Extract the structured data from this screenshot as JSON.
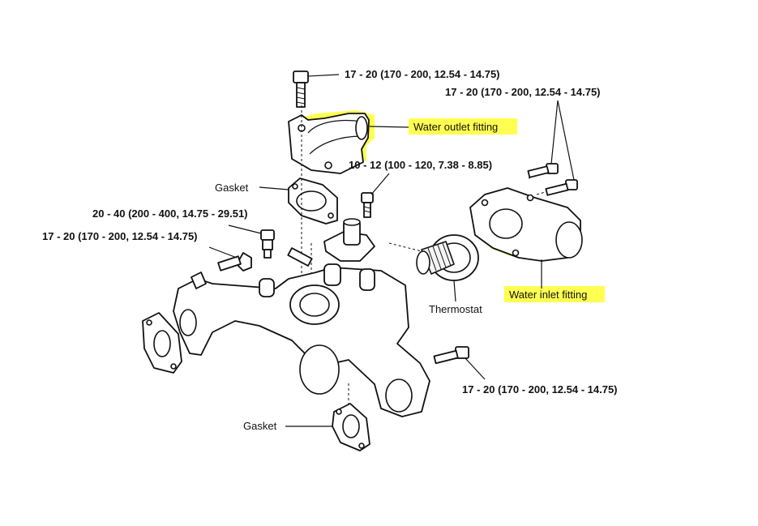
{
  "labels": {
    "top_bolt_torque": "17 - 20 (170 - 200, 12.54 - 14.75)",
    "right_bolts_torque": "17 - 20 (170 - 200, 12.54 - 14.75)",
    "water_outlet_fitting": "Water outlet fitting",
    "gasket_upper": "Gasket",
    "outlet_bolt_torque": "10 - 12 (100 - 120, 7.38 - 8.85)",
    "sensor_torque": "20 - 40 (200 - 400, 14.75 - 29.51)",
    "left_bolt_torque": "17 - 20 (170 - 200, 12.54 - 14.75)",
    "water_inlet_fitting": "Water inlet fitting",
    "thermostat": "Thermostat",
    "bottom_bolt_torque": "17 - 20 (170 - 200, 12.54 - 14.75)",
    "gasket_lower": "Gasket"
  },
  "colors": {
    "highlight": "#ffff33",
    "line": "#111111"
  }
}
